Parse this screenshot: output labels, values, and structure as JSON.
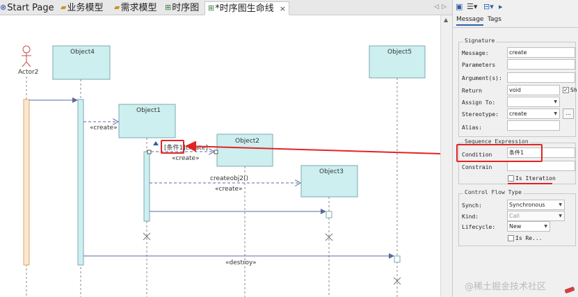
{
  "tabs": [
    {
      "label": "Start Page",
      "icon": "start-page-icon",
      "active": false
    },
    {
      "label": "业务模型",
      "icon": "package-icon",
      "active": false
    },
    {
      "label": "需求模型",
      "icon": "package-icon",
      "active": false
    },
    {
      "label": "时序图",
      "icon": "sequence-diagram-icon",
      "active": false
    },
    {
      "label": "*时序图生命线",
      "icon": "sequence-diagram-icon",
      "active": true
    }
  ],
  "tab_close_glyph": "×",
  "diagram": {
    "actor": "Actor2",
    "objects": [
      "Object4",
      "Object1",
      "Object2",
      "Object3",
      "Object5"
    ],
    "messages": {
      "create_object1": "«create»",
      "condition_text": "[条件1]create]",
      "create_object2": "«create»",
      "createobj2": "createobj2()",
      "create_object3": "«create»",
      "destroy": "«destroy»"
    }
  },
  "panel": {
    "tabs": [
      "Message",
      "Tags"
    ],
    "signature_title": "Signature",
    "signature": {
      "message_label": "Message:",
      "message_value": "create",
      "parameters_label": "Parameters",
      "arguments_label": "Argument(s):",
      "return_label": "Return",
      "return_value": "void",
      "return_check": "Sh",
      "assign_label": "Assign To:",
      "stereotype_label": "Stereotype:",
      "stereotype_value": "create",
      "more": "...",
      "alias_label": "Alias:"
    },
    "sequence_title": "Sequence Expression",
    "sequence": {
      "condition_label": "Condition",
      "condition_value": "条件1",
      "constrain_label": "Constrain",
      "is_iteration": "Is Iteration"
    },
    "control_title": "Control Flow Type",
    "control": {
      "synch_label": "Synch:",
      "synch_value": "Synchronous",
      "kind_label": "Kind:",
      "kind_value": "Call",
      "lifecycle_label": "Lifecycle:",
      "lifecycle_value": "New",
      "is_re": "Is Re..."
    }
  },
  "watermark": "@稀土掘金技术社区",
  "colors": {
    "lifeline_fill": "#cdeff0",
    "lifeline_stroke": "#7aa9b0",
    "actor_activation": "#fbe7cf",
    "message_line": "#5a6aa0",
    "annotation_red": "#e02424",
    "accent_blue": "#2b5fa8"
  }
}
